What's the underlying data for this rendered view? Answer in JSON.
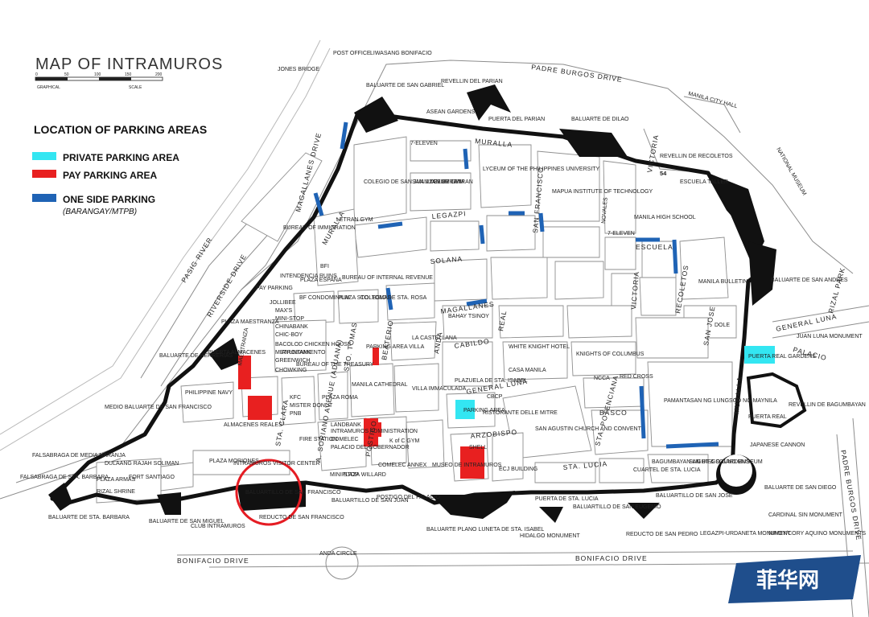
{
  "title": "MAP OF INTRAMUROS",
  "scale": {
    "ticks": [
      "0",
      "50",
      "100",
      "150",
      "200"
    ],
    "caption_left": "GRAPHICAL",
    "caption_right": "SCALE"
  },
  "legend": {
    "heading": "LOCATION OF PARKING AREAS",
    "items": [
      {
        "label": "PRIVATE PARKING AREA",
        "color": "#33e6f2"
      },
      {
        "label": "PAY PARKING AREA",
        "color": "#e82020"
      },
      {
        "label": "ONE SIDE PARKING",
        "color": "#1f63b5"
      }
    ],
    "subnote": "(BARANGAY/MTPB)"
  },
  "streets": {
    "padre_burgos_top": "PADRE BURGOS DRIVE",
    "padre_burgos_right": "PADRE BURGOS DRIVE",
    "bonifacio_left": "BONIFACIO DRIVE",
    "bonifacio_right": "BONIFACIO DRIVE",
    "pasig_river": "PASIG RIVER",
    "riverside": "RIVERSIDE DRIVE",
    "magallanes_drive": "MAGALLANES DRIVE",
    "muralla_1": "MURALLA",
    "muralla_2": "MURALLA",
    "muralla_right": "MURALLA",
    "victoria_1": "VICTORIA",
    "victoria_2": "VICTORIA",
    "general_luna_e": "GENERAL LUNA",
    "general_luna": "GENERAL LUNA",
    "legazpi": "LEGAZPI",
    "solana": "SOLANA",
    "magallanes": "MAGALLANES",
    "cabildo": "CABILDO",
    "arzobispo": "ARZOBISPO",
    "sta_lucia": "STA. LUCIA",
    "basco": "BASCO",
    "escuela": "ESCUELA",
    "beaterio": "BEATERIO",
    "anda": "ANDA",
    "real": "REAL",
    "postigo": "POSTIGO",
    "sto_tomas": "STO. TOMAS",
    "sta_clara": "STA. CLARA",
    "a_soriano": "A. SORIANO AVENUE (ADUANA)",
    "san_francisco": "SAN FRANCISCO",
    "sta_potenciana": "STA. POTENCIANA",
    "recoletos": "RECOLETOS",
    "san_jose": "SAN JOSE",
    "novales": "NOVALES",
    "palacio": "PALACIO",
    "san_juan_de_letran": "SAN JUAN DE LETRAN",
    "maestranza": "MAESTRANZA",
    "seven_eleven_top": "7-ELEVEN",
    "seven_eleven_right": "7-ELEVEN",
    "manila_city_hall": "MANILA CITY HALL",
    "rizal_park": "RIZAL PARK",
    "national_museum": "NATIONAL MUSEUM",
    "juan_luna": "JUAN LUNA MONUMENT",
    "liwasang": "LIWASANG BONIFACIO",
    "post_office": "POST OFFICE",
    "jones_bridge": "JONES BRIDGE",
    "route_54": "54",
    "pay_parking_label": "PAY PARKING",
    "jollibee": "JOLLIBEE"
  },
  "places": [
    "BALUARTE DE SAN GABRIEL",
    "ASEAN GARDENS",
    "REVELLIN DEL PARIAN",
    "PUERTA DEL PARIAN",
    "BALUARTE DE DILAO",
    "REVELLIN DE RECOLETOS",
    "ESCUELA TALLER",
    "COLEGIO DE SAN JUAN DE LETRAN",
    "LYCEUM GYM",
    "LYCEUM OF THE PHILIPPINES UNIVERSITY",
    "MAPUA INSTITUTE OF TECHNOLOGY",
    "LETRAN GYM",
    "MANILA HIGH SCHOOL",
    "BUREAU OF INTERNAL REVENUE",
    "PLAZA ESPAÑA",
    "BFI",
    "INTENDENCIA RUINS",
    "BUREAU OF IMMIGRATION",
    "MANILA BULLETIN",
    "BALUARTE DE SAN ANDRES",
    "DOLE",
    "BF CONDOMINIUM",
    "PLAZA STO. TOMAS",
    "COLEGIO DE STA. ROSA",
    "MAX'S",
    "MINI-STOP",
    "CHINABANK",
    "CHIC-BOY",
    "BACOLOD CHICKEN HOUSE",
    "METROBANK",
    "GREENWICH",
    "CHOWKING",
    "BALUARTE DE HERRERIAS",
    "PUERTA ALMACENES",
    "PLAZA MAESTRANZA",
    "PHILIPPINE NAVY",
    "MEDIO BALUARTE DE SAN FRANCISCO",
    "AYUNTAMIENTO",
    "BUREAU OF THE TREASURY",
    "LA CASTELLANA",
    "BAHAY TSINOY",
    "WHITE KNIGHT HOTEL",
    "CASA MANILA",
    "KNIGHTS OF COLUMBUS",
    "NCCA",
    "RED CROSS",
    "PAMANTASAN NG LUNGSOD NG MAYNILA",
    "PUERTA REAL GARDENS",
    "PUERTA REAL",
    "REVELLIN DE BAGUMBAYAN",
    "JAPANESE CANNON",
    "MANILA CATHEDRAL",
    "PLAZA ROMA",
    "KFC",
    "MISTER DONUT",
    "PNB",
    "VILLA IMMACULADA",
    "PLAZUELA DE STA. ISABEL",
    "CBCP",
    "RISTORANTE DELLE MITRE",
    "SAN AGUSTIN CHURCH AND CONVENT",
    "BAGUMBAYAN LIGHT & SOUND MUSEUM",
    "SAN DIEGO GARDENS",
    "BALUARTE DE SAN DIEGO",
    "CARDINAL SIN MONUMENT",
    "NINOY/CORY AQUINO MONUMENTS",
    "LEGAZPI-URDANETA MONUMENT",
    "ALMACENES REALES",
    "PLAZA MORIONES",
    "INTRAMUROS VISITOR CENTER",
    "FORT SANTIAGO",
    "PLAZA ARMAS",
    "RIZAL SHRINE",
    "DULAANG RAJAH SOLIMAN",
    "FALSABRAGA DE MEDIA NARANJA",
    "FALSABRAGA DE STA. BARBARA",
    "BALUARTE DE STA. BARBARA",
    "BALUARTE DE SAN MIGUEL",
    "CLUB INTRAMUROS",
    "BALUARTILLO DE SAN FRANCISCO",
    "REDUCTO DE SAN FRANCISCO",
    "BALUARTILLO DE SAN JUAN",
    "POSTIGO DEL PALACIO",
    "BALUARTE PLANO LUNETA DE STA. ISABEL",
    "PUERTA DE STA. LUCIA",
    "BALUARTILLO DE SAN EUGENIO",
    "REDUCTO DE SAN PEDRO",
    "BALUARTILLO DE SAN JOSE",
    "HIDALGO MONUMENT",
    "ANDA CIRCLE",
    "PLAZA WILLARD",
    "MINI STOP",
    "COMELEC ANNEX",
    "MUSEO DE INTRAMUROS",
    "ECJ BUILDING",
    "LANDBANK",
    "INTRAMUROS ADMINISTRATION",
    "COMELEC",
    "PALACIO DEL GOBERNADOR",
    "K of C GYM",
    "CUARTEL DE STA. LUCIA",
    "FIRE STATION",
    "PARKING AREA",
    "SHELL",
    "PARKING AREA VILLA"
  ],
  "watermark": "菲华网",
  "colors": {
    "private": "#33e6f2",
    "pay": "#e82020",
    "oneside": "#1f63b5",
    "wall": "#111111",
    "road": "#9a9a9a",
    "highlight": "#e51c23"
  }
}
